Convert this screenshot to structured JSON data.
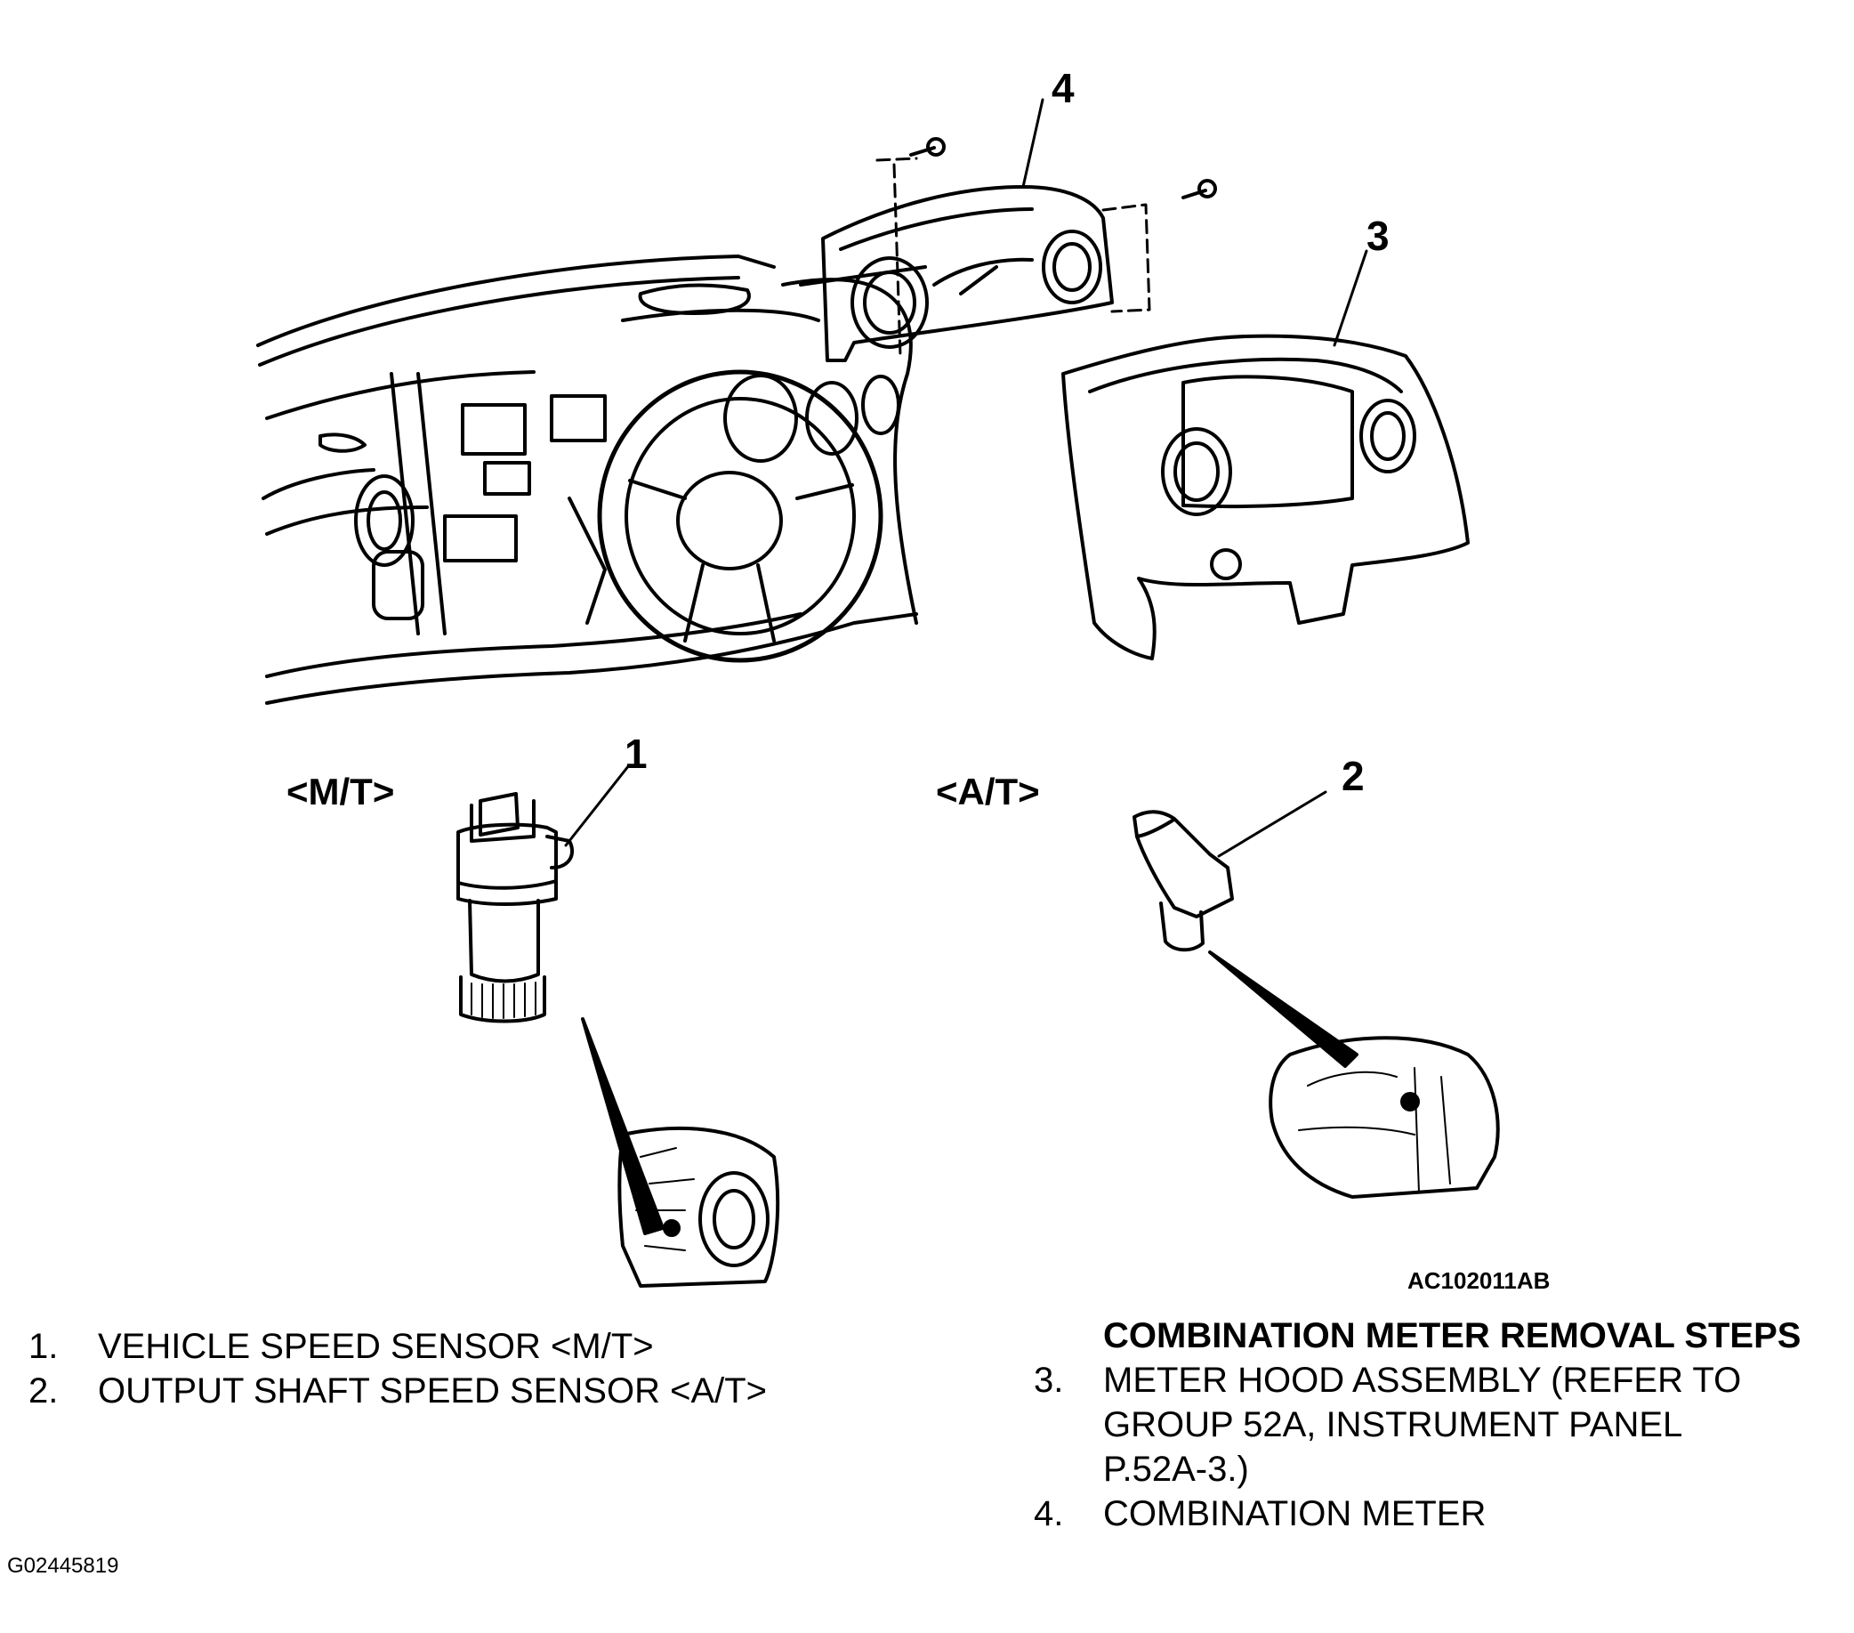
{
  "callouts": {
    "c1": "1",
    "c2": "2",
    "c3": "3",
    "c4": "4"
  },
  "variants": {
    "mt": "<M/T>",
    "at": "<A/T>"
  },
  "figure_code": "AC102011AB",
  "legend_left": [
    {
      "num": "1.",
      "text": "VEHICLE SPEED SENSOR <M/T>"
    },
    {
      "num": "2.",
      "text": "OUTPUT SHAFT SPEED SENSOR <A/T>"
    }
  ],
  "legend_right": {
    "heading": "COMBINATION METER REMOVAL STEPS",
    "item3_num": "3.",
    "item3_lines": [
      "METER HOOD ASSEMBLY (REFER TO",
      "GROUP 52A, INSTRUMENT PANEL",
      "P.52A-3.)"
    ],
    "item4_num": "4.",
    "item4_text": "COMBINATION METER"
  },
  "doc_id": "G02445819"
}
